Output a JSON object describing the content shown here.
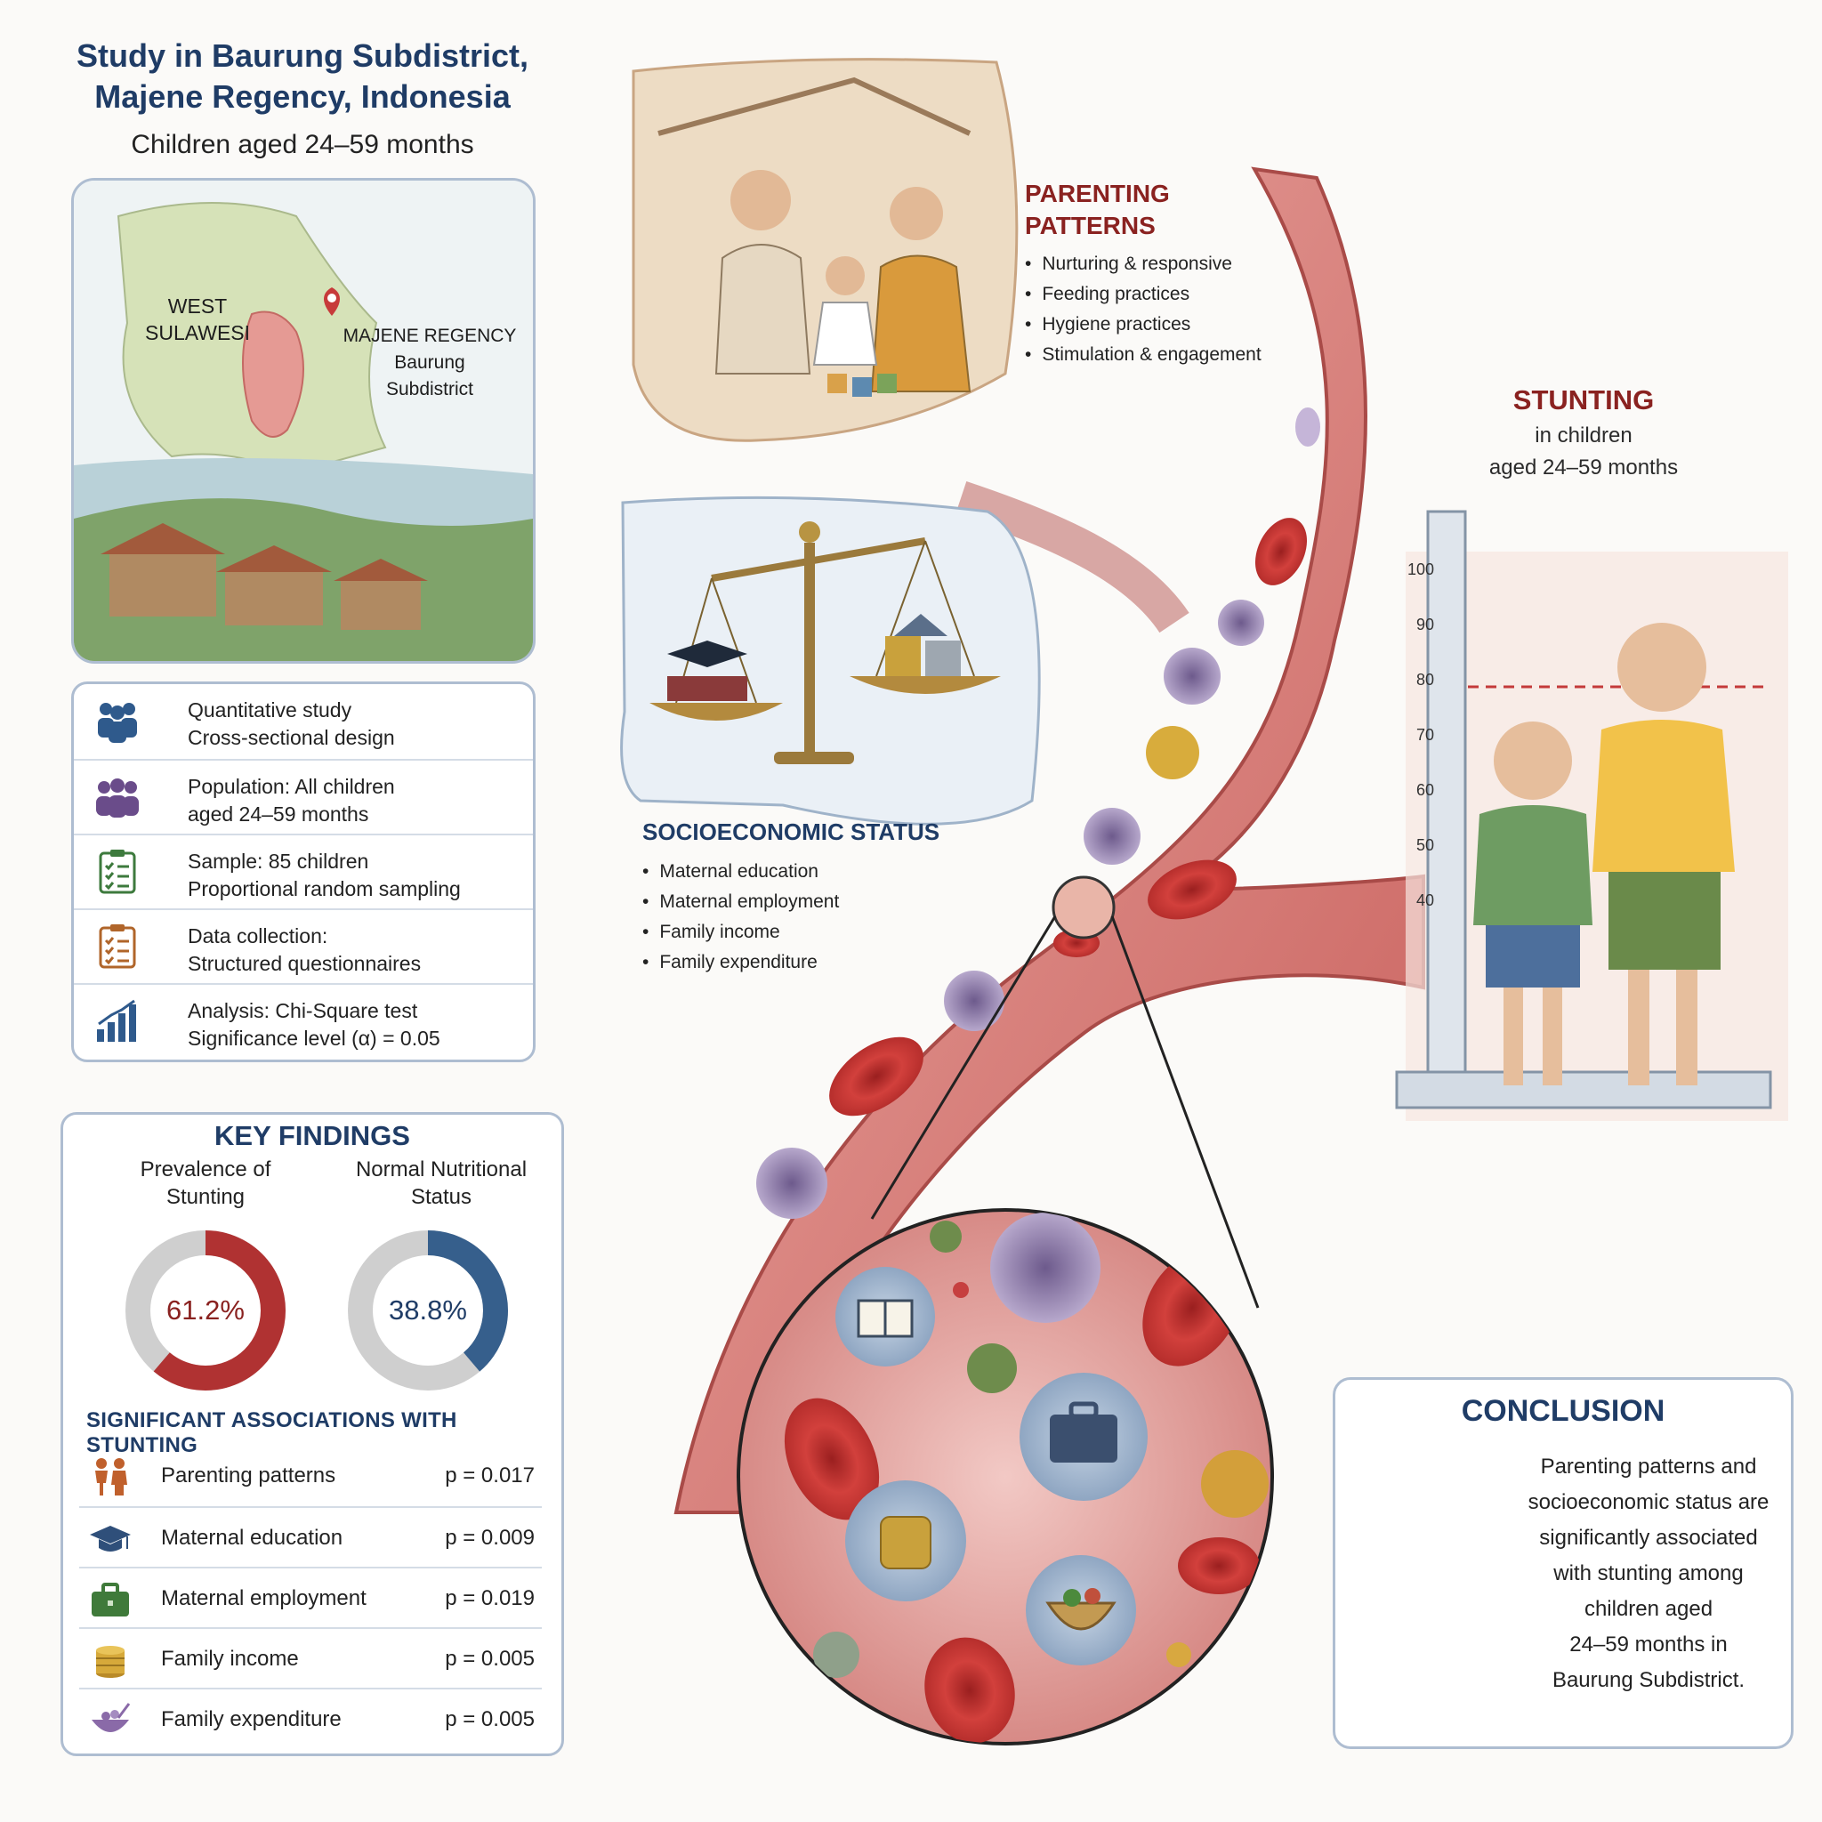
{
  "study": {
    "title_line1": "Study in Baurung Subdistrict,",
    "title_line2": "Majene Regency, Indonesia",
    "subtitle": "Children aged 24–59 months"
  },
  "map": {
    "province_line1": "WEST",
    "province_line2": "SULAWESI",
    "regency": "MAJENE REGENCY",
    "subdistrict_line1": "Baurung",
    "subdistrict_line2": "Subdistrict"
  },
  "methods": [
    {
      "icon": "people-group-icon",
      "line1": "Quantitative study",
      "line2": "Cross-sectional design",
      "color": "#2f5a8c"
    },
    {
      "icon": "population-icon",
      "line1": "Population: All children",
      "line2": "aged 24–59 months",
      "color": "#6a4c8a"
    },
    {
      "icon": "checklist-icon",
      "line1": "Sample: 85 children",
      "line2": "Proportional random sampling",
      "color": "#3d7a3d"
    },
    {
      "icon": "clipboard-icon",
      "line1": "Data collection:",
      "line2": "Structured questionnaires",
      "color": "#b0652a"
    },
    {
      "icon": "bar-chart-icon",
      "line1": "Analysis: Chi-Square test",
      "line2": "Significance level (α) = 0.05",
      "color": "#2f5a8c"
    }
  ],
  "key_findings": {
    "title": "KEY FINDINGS",
    "prevalence_label_line1": "Prevalence of",
    "prevalence_label_line2": "Stunting",
    "prevalence_pct": "61.2%",
    "prevalence_value": 61.2,
    "normal_label_line1": "Normal Nutritional",
    "normal_label_line2": "Status",
    "normal_pct": "38.8%",
    "normal_value": 38.8,
    "stunting_color": "#b03232",
    "normal_color": "#365f8c",
    "track_color": "#cfcfcf",
    "assoc_title": "SIGNIFICANT ASSOCIATIONS WITH STUNTING",
    "associations": [
      {
        "icon": "family-icon",
        "label": "Parenting patterns",
        "p": "p = 0.017"
      },
      {
        "icon": "graduation-cap-icon",
        "label": "Maternal education",
        "p": "p = 0.009"
      },
      {
        "icon": "briefcase-icon",
        "label": "Maternal employment",
        "p": "p = 0.019"
      },
      {
        "icon": "coins-icon",
        "label": "Family income",
        "p": "p = 0.005"
      },
      {
        "icon": "food-bowl-icon",
        "label": "Family expenditure",
        "p": "p = 0.005"
      }
    ]
  },
  "parenting": {
    "title_line1": "PARENTING",
    "title_line2": "PATTERNS",
    "bullets": [
      "Nurturing & responsive",
      "Feeding practices",
      "Hygiene practices",
      "Stimulation & engagement"
    ]
  },
  "socioeconomic": {
    "title": "SOCIOECONOMIC STATUS",
    "bullets": [
      "Maternal education",
      "Maternal employment",
      "Family income",
      "Family expenditure"
    ]
  },
  "stunting": {
    "title": "STUNTING",
    "line1": "in children",
    "line2": "aged 24–59 months",
    "ruler_ticks": [
      "100",
      "90",
      "80",
      "70",
      "60",
      "50",
      "40"
    ]
  },
  "conclusion": {
    "title": "CONCLUSION",
    "text_lines": [
      "Parenting patterns and",
      "socioeconomic status are",
      "significantly associated",
      "with stunting among",
      "children aged",
      "24–59 months in",
      "Baurung Subdistrict."
    ]
  }
}
